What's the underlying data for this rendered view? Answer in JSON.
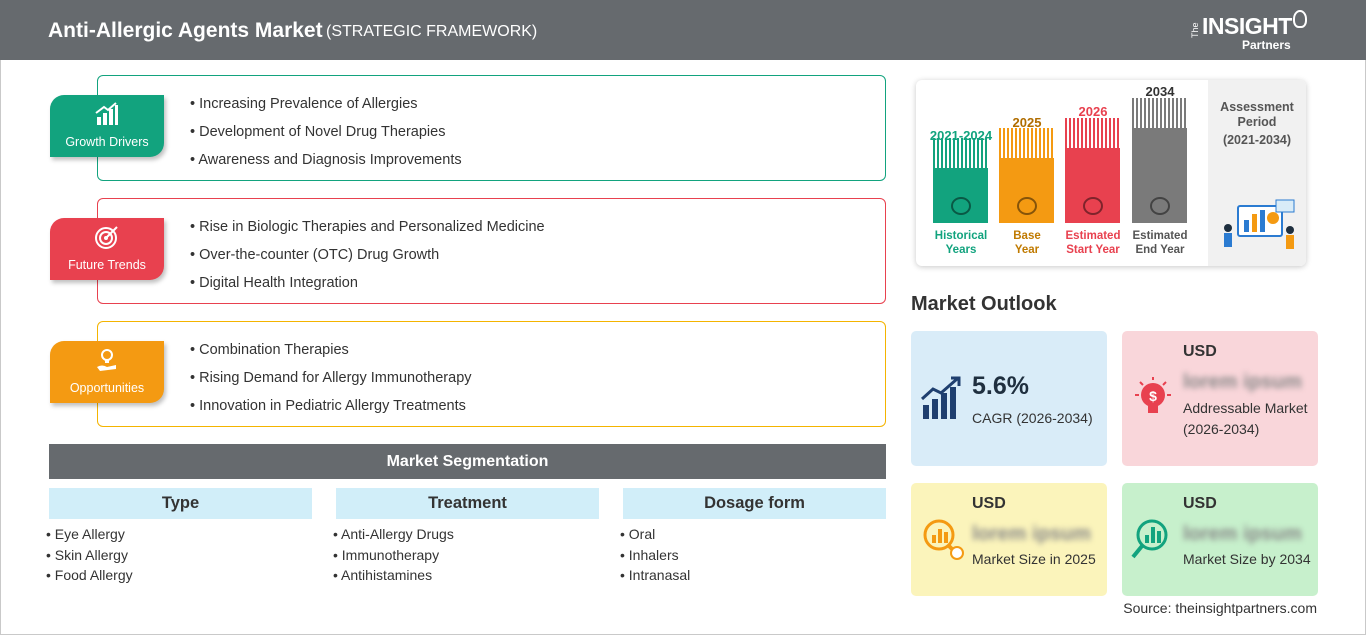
{
  "header": {
    "title": "Anti-Allergic Agents Market",
    "subtitle": "(STRATEGIC FRAMEWORK)",
    "logo_the": "The",
    "logo_insight": "INSIGHT",
    "logo_partners": "Partners"
  },
  "factors": [
    {
      "label": "Growth Drivers",
      "color": "#12a37e",
      "items": [
        "Increasing Prevalence of Allergies",
        "Development of Novel Drug Therapies",
        "Awareness and Diagnosis Improvements"
      ]
    },
    {
      "label": "Future Trends",
      "color": "#e8414f",
      "items": [
        "Rise in Biologic Therapies and Personalized Medicine",
        "Over-the-counter (OTC) Drug Growth",
        "Digital Health Integration"
      ]
    },
    {
      "label": "Opportunities",
      "color": "#f49a12",
      "items": [
        "Combination Therapies",
        "Rising Demand for Allergy Immunotherapy",
        "Innovation in Pediatric Allergy Treatments"
      ]
    }
  ],
  "segmentation": {
    "title": "Market Segmentation",
    "columns": [
      {
        "heading": "Type",
        "items": [
          "Eye Allergy",
          "Skin Allergy",
          "Food Allergy"
        ]
      },
      {
        "heading": "Treatment",
        "items": [
          "Anti-Allergy Drugs",
          "Immunotherapy",
          "Antihistamines"
        ]
      },
      {
        "heading": "Dosage form",
        "items": [
          "Oral",
          "Inhalers",
          "Intranasal"
        ]
      }
    ]
  },
  "timeline": {
    "periods": [
      {
        "year": "2021-2024",
        "caption_1": "Historical",
        "caption_2": "Years",
        "color": "#12a37e",
        "icon": "history-icon"
      },
      {
        "year": "2025",
        "caption_1": "Base",
        "caption_2": "Year",
        "color": "#f49a12",
        "icon": "calendar-icon"
      },
      {
        "year": "2026",
        "caption_1": "Estimated",
        "caption_2": "Start Year",
        "color": "#e8414f",
        "icon": "forecast-icon"
      },
      {
        "year": "2034",
        "caption_1": "Estimated",
        "caption_2": "End Year",
        "color": "#7a7a7a",
        "icon": "presentation-icon"
      }
    ],
    "assessment_title_1": "Assessment",
    "assessment_title_2": "Period",
    "assessment_range": "(2021-2034)"
  },
  "outlook": {
    "title": "Market Outlook",
    "cagr": {
      "value": "5.6%",
      "label": "CAGR (2026-2034)",
      "color": "#d9ecf8",
      "icon": "growth-chart-icon"
    },
    "addressable": {
      "currency": "USD",
      "value": "lorem ipsum",
      "label": "Addressable Market (2026-2034)",
      "color": "#f9d6da",
      "icon": "lightbulb-dollar-icon"
    },
    "size_2025": {
      "currency": "USD",
      "value": "lorem ipsum",
      "label": "Market Size in 2025",
      "color": "#fbf4bb",
      "icon": "magnifier-chart-icon"
    },
    "size_2034": {
      "currency": "USD",
      "value": "lorem ipsum",
      "label": "Market Size by 2034",
      "color": "#c7f0cc",
      "icon": "magnifier-chart-icon"
    }
  },
  "source": "Source: theinsightpartners.com"
}
